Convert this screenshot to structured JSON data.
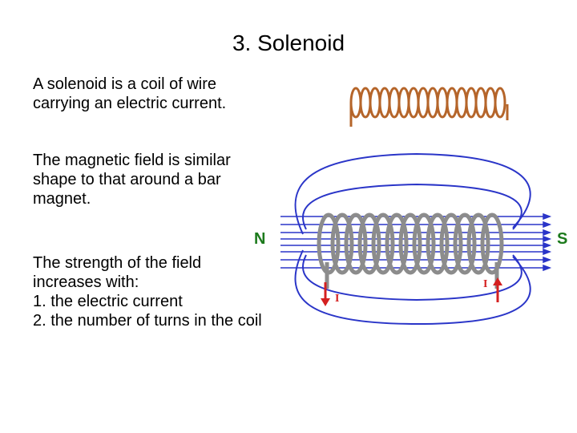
{
  "slide": {
    "title": "3. Solenoid",
    "paragraph1": [
      "A solenoid is a coil of wire",
      "carrying an electric current."
    ],
    "paragraph2": [
      "The magnetic field is similar",
      "shape to that around a bar",
      "magnet."
    ],
    "paragraph3": [
      "The strength of the field",
      "increases with:",
      "1. the electric current",
      "2. the number of turns in the coil"
    ]
  },
  "diagram": {
    "pole_north": "N",
    "pole_south": "S",
    "current_label_left": "I",
    "current_label_right": "I",
    "colors": {
      "field_lines": "#2a35c8",
      "coil": "#8c8c8c",
      "current_arrow": "#d42020",
      "pole_text": "#1c7a1c",
      "copper": "#b5652a"
    }
  }
}
